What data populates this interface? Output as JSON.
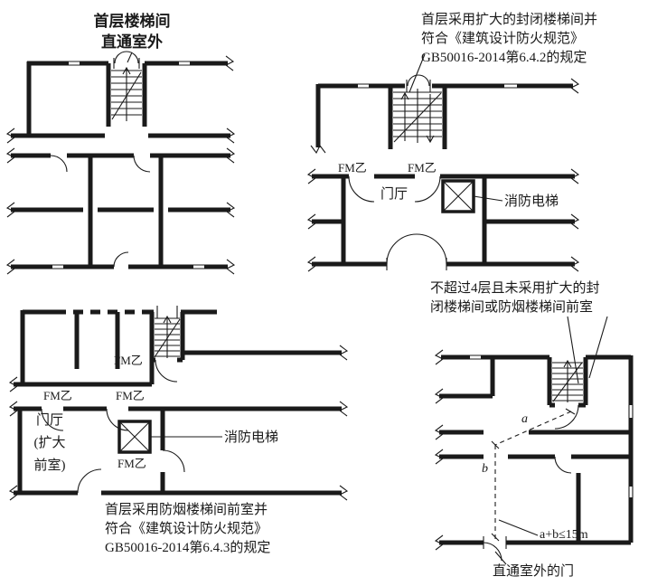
{
  "colors": {
    "ink": "#1a1a1a",
    "background": "#ffffff"
  },
  "plan1": {
    "title": [
      "首层楼梯间",
      "直通室外"
    ]
  },
  "plan2": {
    "note": [
      "首层采用扩大的封闭楼梯间并",
      "符合《建筑设计防火规范》",
      "GB50016-2014第6.4.2的规定"
    ],
    "doors": [
      "FM乙",
      "FM乙"
    ],
    "lobby": "门厅",
    "elevator": "消防电梯"
  },
  "plan3": {
    "doors": [
      "FM乙",
      "FM乙",
      "FM乙",
      "FM乙"
    ],
    "lobby": [
      "门厅",
      "(扩大",
      "前室)"
    ],
    "elevator": "消防电梯",
    "note": [
      "首层采用防烟楼梯间前室并",
      "符合《建筑设计防火规范》",
      "GB50016-2014第6.4.3的规定"
    ]
  },
  "plan4": {
    "note": [
      "不超过4层且未采用扩大的封",
      "闭楼梯间或防烟楼梯间前室"
    ],
    "dims": {
      "a": "a",
      "b": "b",
      "rule": "a+b≤15m"
    },
    "exit_door": "直通室外的门"
  }
}
